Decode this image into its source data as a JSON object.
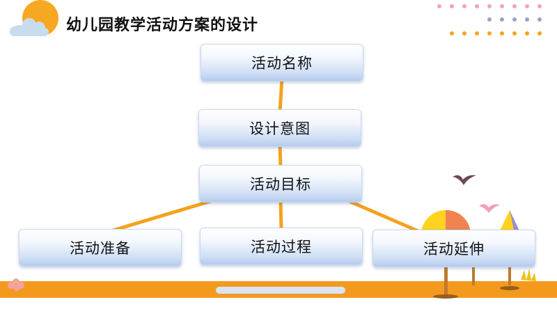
{
  "title": "幼儿园教学活动方案的设计",
  "diagram": {
    "nodes": [
      {
        "id": "name",
        "label": "活动名称"
      },
      {
        "id": "intent",
        "label": "设计意图"
      },
      {
        "id": "goal",
        "label": "活动目标"
      },
      {
        "id": "prep",
        "label": "活动准备"
      },
      {
        "id": "process",
        "label": "活动过程"
      },
      {
        "id": "extend",
        "label": "活动延伸"
      }
    ],
    "edges": [
      {
        "from": "name",
        "to": "intent"
      },
      {
        "from": "intent",
        "to": "goal"
      },
      {
        "from": "goal",
        "to": "prep"
      },
      {
        "from": "goal",
        "to": "process"
      },
      {
        "from": "goal",
        "to": "extend"
      }
    ]
  },
  "colors": {
    "connector": "#f4a21e",
    "sun": "#f7a823",
    "ground": "#f39a1e",
    "node_gradient_bottom": "#b4cbee"
  }
}
